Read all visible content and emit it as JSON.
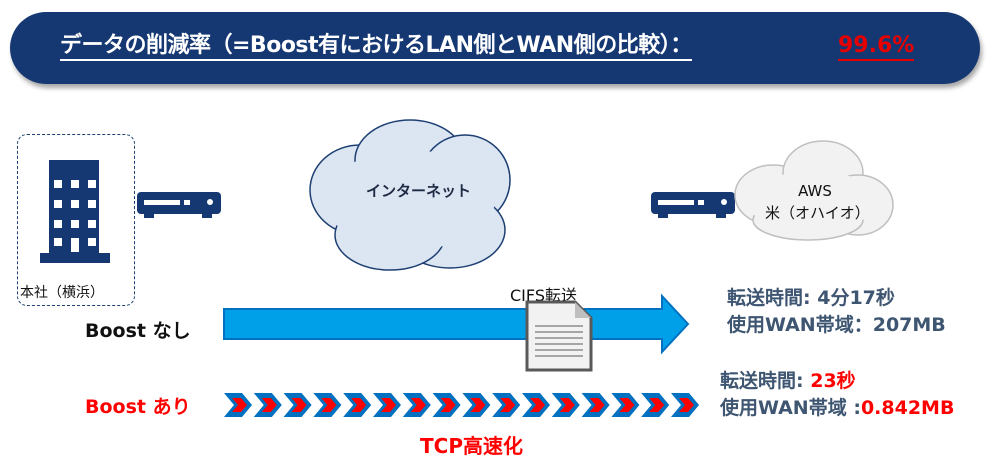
{
  "banner": {
    "title": "データの削減率（=Boost有におけるLAN側とWAN側の比較）：",
    "value": "99.6%"
  },
  "hq": {
    "label": "本社（横浜）"
  },
  "internet": {
    "label": "インターネット"
  },
  "aws": {
    "line1": "AWS",
    "line2": "米（オハイオ）"
  },
  "transfer": {
    "label": "CIFS転送"
  },
  "without_boost": {
    "label": "Boost なし",
    "time_label": "転送時間: ",
    "time_value": "4分17秒",
    "bw_label": "使用WAN帯域：",
    "bw_value": "207MB"
  },
  "with_boost": {
    "label": "Boost あり",
    "time_label": "転送時間: ",
    "time_value": "23秒",
    "bw_label": "使用WAN帯域 :",
    "bw_value": "0.842MB"
  },
  "tcp": {
    "label": "TCP高速化"
  },
  "colors": {
    "navy": "#153873",
    "red": "#ff0000",
    "arrow": "#00a0e9"
  }
}
